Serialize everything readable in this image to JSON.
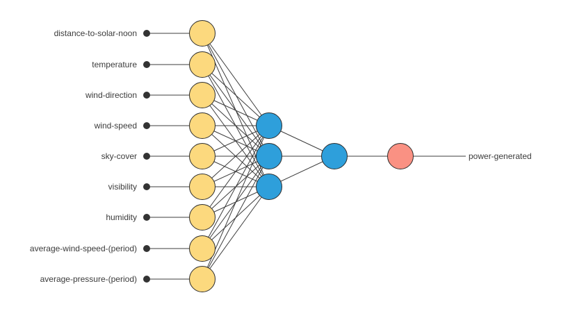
{
  "network": {
    "type": "feed-forward-neural-network",
    "input_labels": [
      "distance-to-solar-noon",
      "temperature",
      "wind-direction",
      "wind-speed",
      "sky-cover",
      "visibility",
      "humidity",
      "average-wind-speed-(period)",
      "average-pressure-(period)"
    ],
    "input_count": 9,
    "hidden_layer_sizes": [
      3,
      1
    ],
    "output_count": 1,
    "output_label": "power-generated"
  },
  "colors": {
    "input_node": "#fcd97e",
    "hidden_node": "#2e9fdb",
    "output_node": "#fa9183",
    "node_border": "#2d2d2d",
    "edge": "#3c3c3c",
    "input_dot": "#333333",
    "label_text": "#3b3b3b",
    "background": "#ffffff"
  }
}
